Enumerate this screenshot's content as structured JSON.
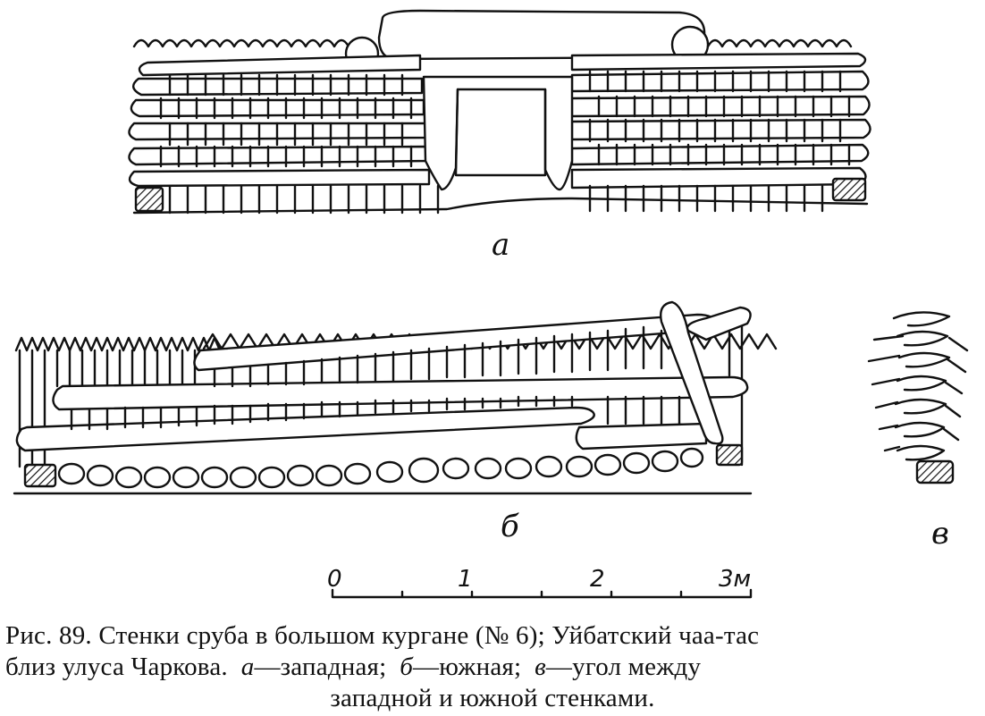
{
  "panels": {
    "a_label": "а",
    "b_label": "б",
    "v_label": "в"
  },
  "scale_bar": {
    "ticks": [
      "0",
      "1",
      "2",
      "3м"
    ]
  },
  "caption": {
    "line1": "Рис. 89. Стенки сруба в большом кургане (№ 6); Уйбатский чаа-тас",
    "line2_a": "близ улуса Чаркова.",
    "line2_b_letter": "а",
    "line2_b_text": "—западная;",
    "line2_c_letter": "б",
    "line2_c_text": "—южная;",
    "line2_d_letter": "в",
    "line2_d_text": "—угол между",
    "line3": "западной и южной стенками."
  }
}
